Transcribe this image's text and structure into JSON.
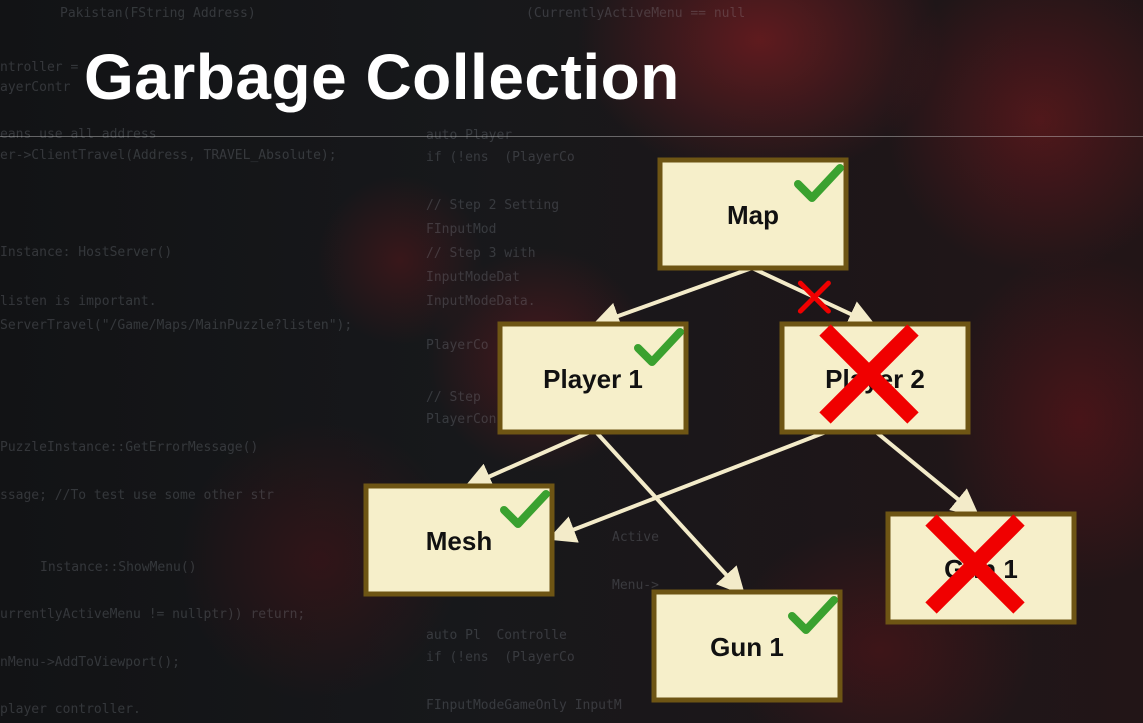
{
  "slide": {
    "title": "Garbage Collection"
  },
  "background_code": [
    "Pakistan(FString Address)",
    "ntroller =",
    "ayerContr",
    "eans use all address",
    "er->ClientTravel(Address, TRAVEL_Absolute);",
    "Instance: HostServer()",
    "listen is important.",
    "ServerTravel(\"/Game/Maps/MainPuzzle?listen\");",
    "PuzzleInstance::GetErrorMessage()",
    "ssage; //To test use some other str",
    "Instance::ShowMenu()",
    "urrentlyActiveMenu != nullptr)) return;",
    "nMenu->AddToViewport();",
    "player controller.",
    "(CurrentlyActiveMenu == null",
    "auto Player",
    "if (!ens  (PlayerCo",
    "// Step 2 Setting",
    "FInputMod",
    "// Step 3 with",
    "InputModeDat",
    "InputModeData.",
    "PlayerCo",
    "// Step",
    "PlayerCon",
    "Active",
    "Menu->",
    "auto Pl  Controlle",
    "if (!ens  (PlayerCo",
    "FInputModeGameOnly InputM"
  ],
  "nodes": [
    {
      "id": "map",
      "label": "Map",
      "status": "reachable",
      "marker": "check"
    },
    {
      "id": "player1",
      "label": "Player 1",
      "status": "reachable",
      "marker": "check"
    },
    {
      "id": "player2",
      "label": "Player 2",
      "status": "collected",
      "marker": "cross"
    },
    {
      "id": "mesh",
      "label": "Mesh",
      "status": "reachable",
      "marker": "check"
    },
    {
      "id": "gun1_p1",
      "label": "Gun 1",
      "status": "reachable",
      "marker": "check"
    },
    {
      "id": "gun1_p2",
      "label": "Gun 1",
      "status": "collected",
      "marker": "cross"
    }
  ],
  "edges": [
    {
      "from": "map",
      "to": "player1",
      "status": "active"
    },
    {
      "from": "map",
      "to": "player2",
      "status": "removed"
    },
    {
      "from": "player1",
      "to": "mesh",
      "status": "active"
    },
    {
      "from": "player1",
      "to": "gun1_p1",
      "status": "active"
    },
    {
      "from": "player2",
      "to": "mesh",
      "status": "active"
    },
    {
      "from": "player2",
      "to": "gun1_p2",
      "status": "active"
    }
  ],
  "colors": {
    "background": "#141619",
    "title": "#ffffff",
    "node_fill": "#f6efca",
    "node_border": "#6e5514",
    "arrow": "#f3ebc9",
    "check": "#3aa12f",
    "cross": "#f00000"
  }
}
